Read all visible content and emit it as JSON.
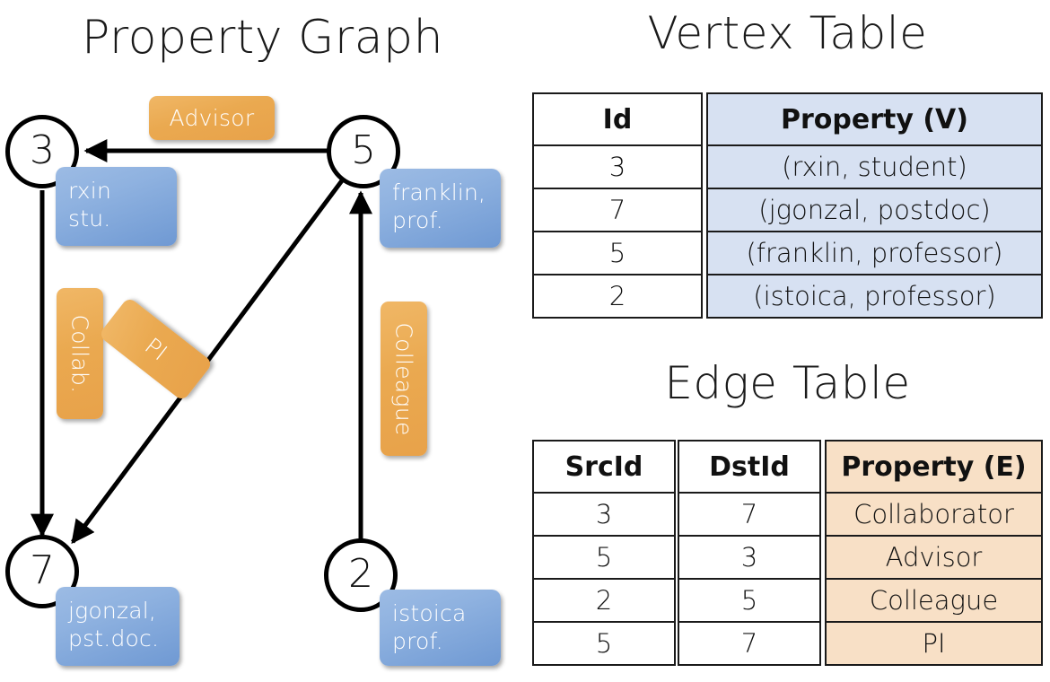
{
  "titles": {
    "graph": "Property Graph",
    "vertex_table": "Vertex Table",
    "edge_table": "Edge Table"
  },
  "graph": {
    "nodes": [
      {
        "id": "3",
        "property_line1": "rxin",
        "property_line2": "stu."
      },
      {
        "id": "5",
        "property_line1": "franklin,",
        "property_line2": "prof."
      },
      {
        "id": "7",
        "property_line1": "jgonzal,",
        "property_line2": "pst.doc."
      },
      {
        "id": "2",
        "property_line1": "istoica",
        "property_line2": "prof."
      }
    ],
    "edge_labels": {
      "advisor": "Advisor",
      "collab": "Collab.",
      "pi": "PI",
      "colleague": "Colleague"
    },
    "edges": [
      {
        "src": "5",
        "dst": "3",
        "label": "Advisor"
      },
      {
        "src": "3",
        "dst": "7",
        "label": "Collab."
      },
      {
        "src": "5",
        "dst": "7",
        "label": "PI"
      },
      {
        "src": "2",
        "dst": "5",
        "label": "Colleague"
      }
    ]
  },
  "vertex_table": {
    "headers": {
      "id": "Id",
      "property": "Property (V)"
    },
    "rows": [
      {
        "id": "3",
        "property": "(rxin, student)"
      },
      {
        "id": "7",
        "property": "(jgonzal, postdoc)"
      },
      {
        "id": "5",
        "property": "(franklin, professor)"
      },
      {
        "id": "2",
        "property": "(istoica, professor)"
      }
    ]
  },
  "edge_table": {
    "headers": {
      "src": "SrcId",
      "dst": "DstId",
      "property": "Property (E)"
    },
    "rows": [
      {
        "src": "3",
        "dst": "7",
        "property": "Collaborator"
      },
      {
        "src": "5",
        "dst": "3",
        "property": "Advisor"
      },
      {
        "src": "2",
        "dst": "5",
        "property": "Colleague"
      },
      {
        "src": "5",
        "dst": "7",
        "property": "PI"
      }
    ]
  },
  "colors": {
    "vertex_property_fill": "#d7e1f2",
    "edge_property_fill": "#f8e0c6",
    "node_box_blue": "#8fb2e0",
    "edge_label_orange": "#eaa950",
    "stroke": "#1a1a1a"
  }
}
